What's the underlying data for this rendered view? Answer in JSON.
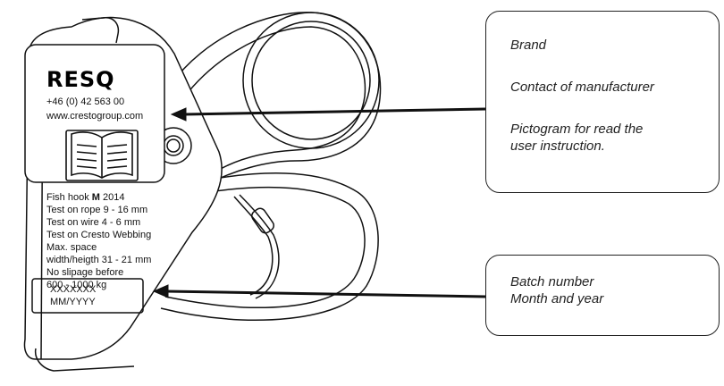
{
  "label": {
    "logo": "RESQ",
    "phone": "+46 (0) 42 563 00",
    "website": "www.crestogroup.com",
    "specs": [
      "Fish hook",
      "Test on rope 9 - 16 mm",
      "Test on wire 4 - 6 mm",
      "Test on Cresto Webbing",
      "Max. space",
      "width/heigth 31 - 21 mm",
      "No slipage before",
      "600 - 1000 kg"
    ],
    "model_bold": "M",
    "model_year": "2014",
    "batch_placeholder": "XXXXXXX",
    "date_placeholder": "MM/YYYY"
  },
  "callouts": {
    "top": {
      "brand": "Brand",
      "contact": "Contact of manufacturer",
      "pictogram_line1": "Pictogram for read the",
      "pictogram_line2": "user instruction."
    },
    "bottom": {
      "batch": "Batch number",
      "month_year": "Month and year"
    }
  },
  "colors": {
    "line": "#111111",
    "background": "#ffffff"
  }
}
